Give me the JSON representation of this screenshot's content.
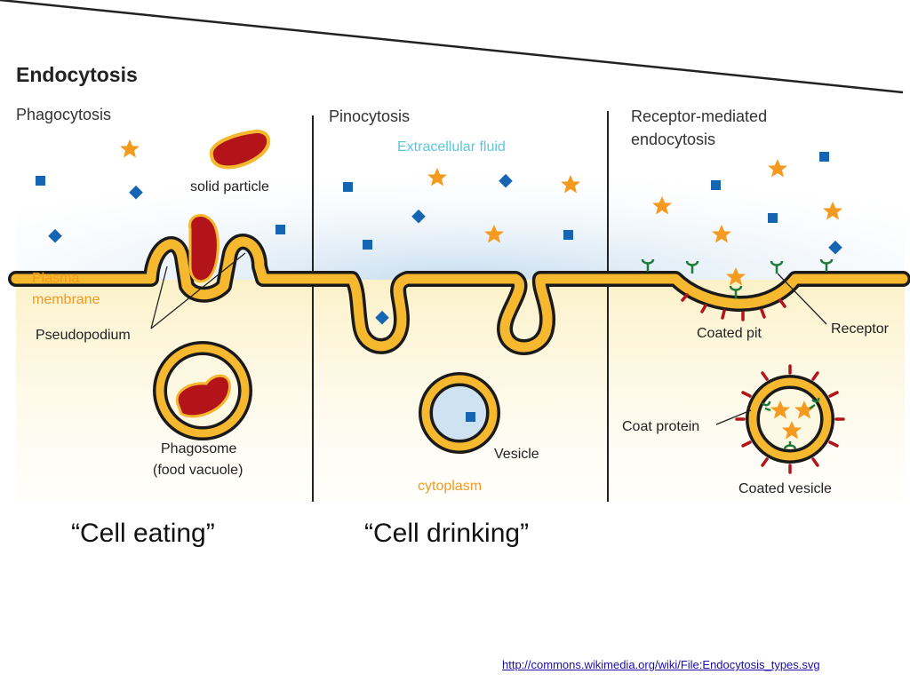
{
  "title": "Endocytosis",
  "panels": {
    "phagocytosis": {
      "title": "Phagocytosis",
      "solid_particle": "solid particle",
      "plasma": "Plasma",
      "membrane": "membrane",
      "pseudopodium": "Pseudopodium",
      "phagosome": "Phagosome",
      "food_vacuole": "(food vacuole)",
      "caption": "“Cell eating”"
    },
    "pinocytosis": {
      "title": "Pinocytosis",
      "extracellular_fluid": "Extracellular fluid",
      "vesicle": "Vesicle",
      "cytoplasm": "cytoplasm",
      "caption": "“Cell drinking”"
    },
    "receptor": {
      "title_line1": "Receptor-mediated",
      "title_line2": "endocytosis",
      "coated_pit": "Coated pit",
      "receptor": "Receptor",
      "coat_protein": "Coat protein",
      "coated_vesicle": "Coated vesicle"
    }
  },
  "source": "http://commons.wikimedia.org/wiki/File:Endocytosis_types.svg",
  "colors": {
    "membrane": "#f5b82e",
    "membrane_outline": "#1a1a1a",
    "particle": "#b3141a",
    "star": "#f39a1f",
    "square": "#1565b3",
    "receptor": "#1f7a3a",
    "coat": "#b3141a",
    "extracellular": "#cfe2f1",
    "cytoplasm": "#fbf4d4"
  }
}
